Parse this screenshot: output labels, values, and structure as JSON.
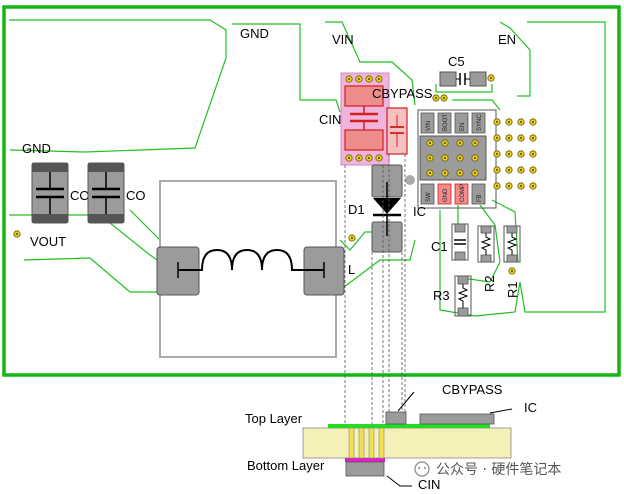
{
  "labels": {
    "gnd_top": "GND",
    "vin": "VIN",
    "en": "EN",
    "c5": "C5",
    "cbypass_top": "CBYPASS",
    "cin_top": "CIN",
    "gnd_left": "GND",
    "co_1": "CO",
    "co_2": "CO",
    "vout": "VOUT",
    "d1": "D1",
    "ic_top": "IC",
    "c1": "C1",
    "l": "L",
    "r3": "R3",
    "r2": "R2",
    "r1": "R1",
    "cbypass_bottom": "CBYPASS",
    "ic_bottom": "IC",
    "top_layer": "Top Layer",
    "bottom_layer": "Bottom Layer",
    "cin_bottom": "CIN"
  },
  "ic_pins_top": [
    "VIN",
    "BOOT",
    "EN",
    "SYNC"
  ],
  "ic_pins_bottom": [
    "SW",
    "GND",
    "COMP",
    "FB"
  ],
  "watermark": "公众号 · 硬件笔记本",
  "colors": {
    "board_outline": "#12b812",
    "trace": "#22c022",
    "pad": "#9b9b9b",
    "pad_dark": "#555555",
    "cin_highlight": "#f0b4dc",
    "cin_pad": "#ef8c8c",
    "cin_pad_edge": "#d02020",
    "via": "#e6d21e",
    "top_copper": "#22dd22",
    "bottom_copper": "#e020c0",
    "pcb_core": "#f5f0b8"
  }
}
